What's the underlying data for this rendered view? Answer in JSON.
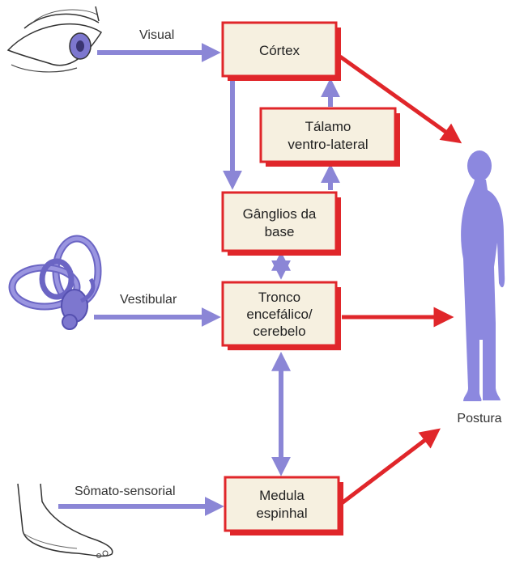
{
  "boxes": {
    "cortex": "Córtex",
    "thalamus": [
      "Tálamo",
      "ventro-lateral"
    ],
    "basal_ganglia": [
      "Gânglios da",
      "base"
    ],
    "brainstem": [
      "Tronco",
      "encefálico/",
      "cerebelo"
    ],
    "spinal_cord": [
      "Medula",
      "espinhal"
    ]
  },
  "inputs": {
    "visual": "Visual",
    "vestibular": "Vestibular",
    "somatosensory": "Sômato-sensorial"
  },
  "output": {
    "label": "Postura"
  },
  "colors": {
    "blue_arrow": "#8b86d6",
    "red_arrow": "#e0262a",
    "box_fill": "#f6f0e0",
    "body_silhouette": "#8c88df"
  },
  "icons": [
    "eye-icon",
    "inner-ear-icon",
    "foot-icon",
    "human-silhouette-icon"
  ]
}
